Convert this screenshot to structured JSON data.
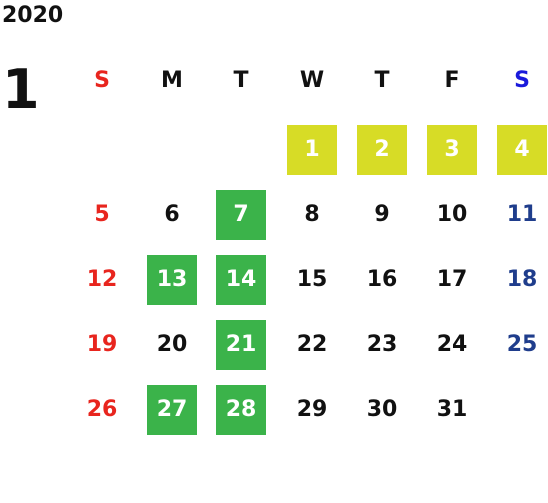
{
  "header": {
    "year": "2020",
    "month": "1"
  },
  "weekdays": [
    {
      "label": "S",
      "color": "#e8251e"
    },
    {
      "label": "M",
      "color": "#111111"
    },
    {
      "label": "T",
      "color": "#111111"
    },
    {
      "label": "W",
      "color": "#111111"
    },
    {
      "label": "T",
      "color": "#111111"
    },
    {
      "label": "F",
      "color": "#111111"
    },
    {
      "label": "S",
      "color": "#1a1adb"
    }
  ],
  "colors": {
    "sunday": "#e8251e",
    "saturday": "#1f3d8c",
    "weekday": "#111111",
    "highlight_yellow": "#d7dc26",
    "highlight_green": "#3bb34a"
  },
  "weeks": [
    [
      {
        "day": ""
      },
      {
        "day": ""
      },
      {
        "day": ""
      },
      {
        "day": "1",
        "highlight": "yellow"
      },
      {
        "day": "2",
        "highlight": "yellow"
      },
      {
        "day": "3",
        "highlight": "yellow"
      },
      {
        "day": "4",
        "highlight": "yellow"
      }
    ],
    [
      {
        "day": "5"
      },
      {
        "day": "6"
      },
      {
        "day": "7",
        "highlight": "green"
      },
      {
        "day": "8"
      },
      {
        "day": "9"
      },
      {
        "day": "10"
      },
      {
        "day": "11"
      }
    ],
    [
      {
        "day": "12"
      },
      {
        "day": "13",
        "highlight": "green"
      },
      {
        "day": "14",
        "highlight": "green"
      },
      {
        "day": "15"
      },
      {
        "day": "16"
      },
      {
        "day": "17"
      },
      {
        "day": "18"
      }
    ],
    [
      {
        "day": "19"
      },
      {
        "day": "20"
      },
      {
        "day": "21",
        "highlight": "green"
      },
      {
        "day": "22"
      },
      {
        "day": "23"
      },
      {
        "day": "24"
      },
      {
        "day": "25"
      }
    ],
    [
      {
        "day": "26"
      },
      {
        "day": "27",
        "highlight": "green"
      },
      {
        "day": "28",
        "highlight": "green"
      },
      {
        "day": "29"
      },
      {
        "day": "30"
      },
      {
        "day": "31"
      },
      {
        "day": ""
      }
    ]
  ]
}
